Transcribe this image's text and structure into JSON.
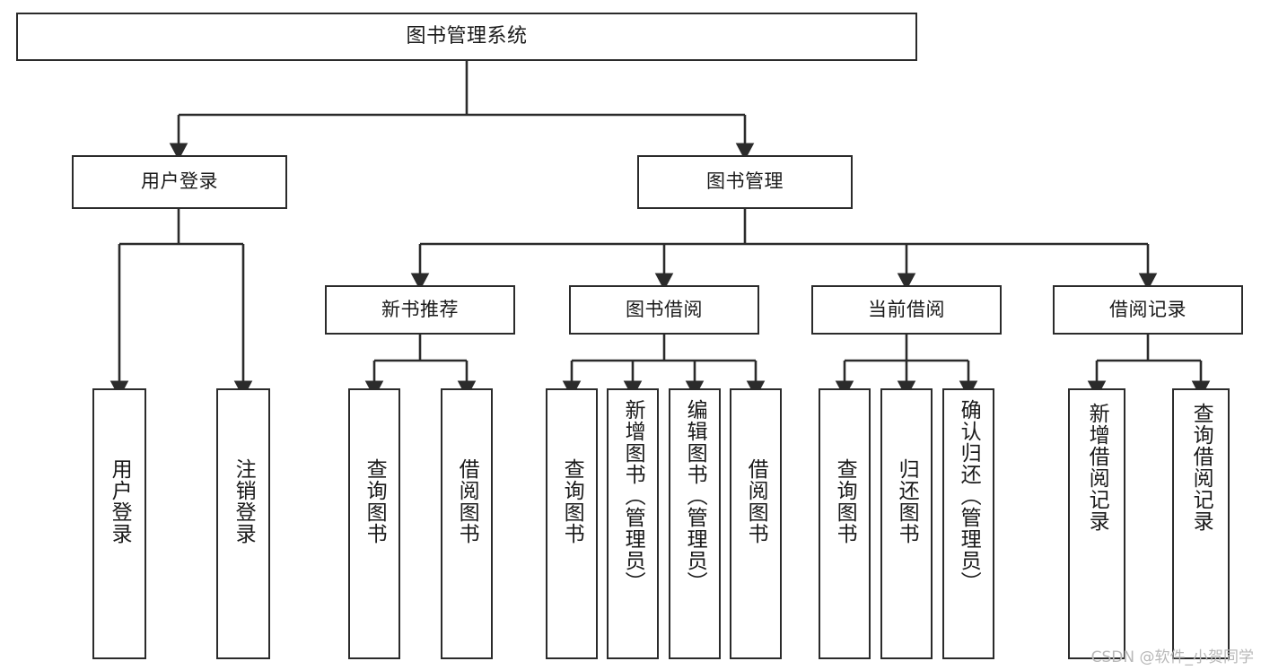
{
  "diagram": {
    "type": "tree-hierarchy-chart",
    "title": "图书管理系统",
    "stroke_color": "#2b2b2b",
    "background_color": "#ffffff",
    "root": {
      "id": "root",
      "label": "图书管理系统"
    },
    "level2": [
      {
        "id": "user-login",
        "label": "用户登录"
      },
      {
        "id": "book-management",
        "label": "图书管理"
      }
    ],
    "level3": [
      {
        "id": "new-book-recommend",
        "label": "新书推荐"
      },
      {
        "id": "book-borrow",
        "label": "图书借阅"
      },
      {
        "id": "current-borrow",
        "label": "当前借阅"
      },
      {
        "id": "borrow-record",
        "label": "借阅记录"
      }
    ],
    "leaves": {
      "user_login": [
        {
          "id": "leaf-user-login",
          "label": "用户登录"
        },
        {
          "id": "leaf-logout",
          "label": "注销登录"
        }
      ],
      "new_book_recommend": [
        {
          "id": "leaf-query-book-1",
          "label": "查询图书"
        },
        {
          "id": "leaf-borrow-book-1",
          "label": "借阅图书"
        }
      ],
      "book_borrow": [
        {
          "id": "leaf-query-book-2",
          "label": "查询图书"
        },
        {
          "id": "leaf-add-book",
          "label": "新增图书（管理员）"
        },
        {
          "id": "leaf-edit-book",
          "label": "编辑图书（管理员）"
        },
        {
          "id": "leaf-borrow-book-2",
          "label": "借阅图书"
        }
      ],
      "current_borrow": [
        {
          "id": "leaf-query-book-3",
          "label": "查询图书"
        },
        {
          "id": "leaf-return-book",
          "label": "归还图书"
        },
        {
          "id": "leaf-confirm-return",
          "label": "确认归还（管理员）"
        }
      ],
      "borrow_record": [
        {
          "id": "leaf-add-record",
          "label": "新增借阅记录"
        },
        {
          "id": "leaf-query-record",
          "label": "查询借阅记录"
        }
      ]
    }
  },
  "watermark": {
    "text": "CSDN @软件_小贺同学"
  }
}
